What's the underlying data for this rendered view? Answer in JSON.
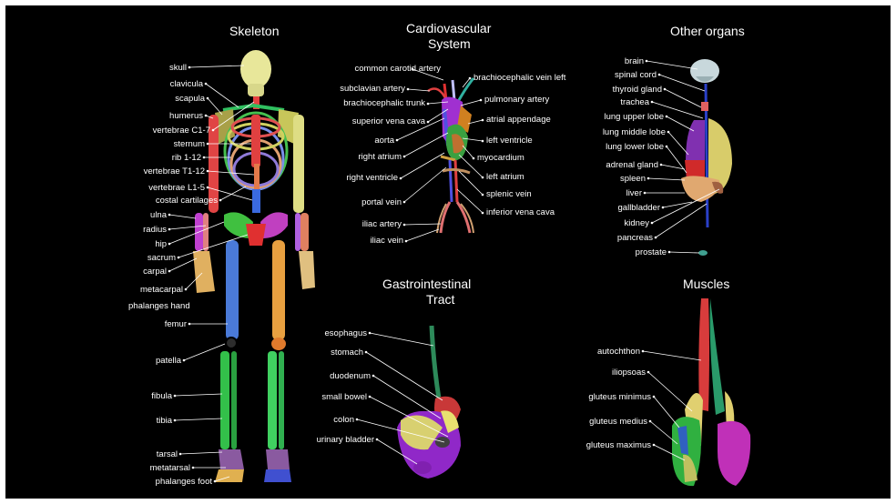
{
  "titles": {
    "skeleton": "Skeleton",
    "cardio_1": "Cardiovascular",
    "cardio_2": "System",
    "organs": "Other organs",
    "gi_1": "Gastrointestinal",
    "gi_2": "Tract",
    "muscles": "Muscles"
  },
  "skeleton": {
    "skull": "skull",
    "clavicula": "clavicula",
    "scapula": "scapula",
    "humerus": "humerus",
    "vert_c": "vertebrae C1-7",
    "sternum": "sternum",
    "rib": "rib 1-12",
    "vert_t": "vertebrae T1-12",
    "vert_l": "vertebrae L1-5",
    "costal": "costal cartilages",
    "ulna": "ulna",
    "radius": "radius",
    "hip": "hip",
    "sacrum": "sacrum",
    "carpal": "carpal",
    "metacarpal": "metacarpal",
    "phal_hand": "phalanges hand",
    "femur": "femur",
    "patella": "patella",
    "fibula": "fibula",
    "tibia": "tibia",
    "tarsal": "tarsal",
    "metatarsal": "metatarsal",
    "phal_foot": "phalanges foot"
  },
  "cardio": {
    "common_carotid": "common carotid artery",
    "subclavian": "subclavian artery",
    "brachio_trunk": "brachiocephalic trunk",
    "svc": "superior vena cava",
    "aorta": "aorta",
    "right_atrium": "right atrium",
    "right_ventricle": "right ventricle",
    "portal_vein": "portal vein",
    "iliac_artery": "iliac artery",
    "iliac_vein": "iliac vein",
    "brachio_vein_left": "brachiocephalic vein left",
    "pulmonary_artery": "pulmonary artery",
    "atrial_appendage": "atrial appendage",
    "left_ventricle": "left ventricle",
    "myocardium": "myocardium",
    "left_atrium": "left atrium",
    "splenic_vein": "splenic vein",
    "ivc": "inferior vena cava"
  },
  "organs": {
    "brain": "brain",
    "spinal_cord": "spinal cord",
    "thyroid": "thyroid gland",
    "trachea": "trachea",
    "lung_upper": "lung upper lobe",
    "lung_middle": "lung middle lobe",
    "lung_lower": "lung lower lobe",
    "adrenal": "adrenal gland",
    "spleen": "spleen",
    "liver": "liver",
    "gallbladder": "gallbladder",
    "kidney": "kidney",
    "pancreas": "pancreas",
    "prostate": "prostate"
  },
  "gi": {
    "esophagus": "esophagus",
    "stomach": "stomach",
    "duodenum": "duodenum",
    "small_bowel": "small bowel",
    "colon": "colon",
    "urinary_bladder": "urinary bladder"
  },
  "muscles": {
    "autochthon": "autochthon",
    "iliopsoas": "iliopsoas",
    "gluteus_minimus": "gluteus minimus",
    "gluteus_medius": "gluteus medius",
    "gluteus_maximus": "gluteus maximus"
  },
  "colors": {
    "background": "#000000",
    "text": "#ffffff",
    "bone_yellow": "#e8e79a",
    "bone_green": "#2fb26a",
    "bone_red": "#e03434",
    "bone_blue": "#4a7bd8",
    "bone_orange": "#e07a2c",
    "bone_magenta": "#c43cc4"
  }
}
